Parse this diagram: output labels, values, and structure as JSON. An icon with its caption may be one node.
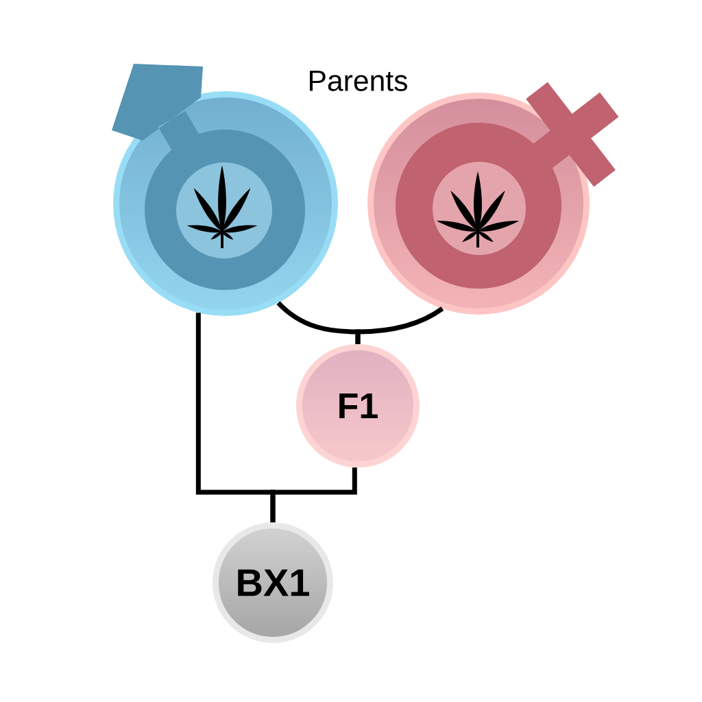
{
  "diagram": {
    "nodes": [
      {
        "text": [],
        "shape": "picture"
      },
      {
        "text": [],
        "shape": "picture"
      },
      {
        "text": [
          "F1"
        ]
      },
      {
        "text": [
          "BX1"
        ]
      }
    ],
    "edges": [
      {
        "from": 0,
        "to": 2,
        "arrow": "none"
      },
      {
        "from": 1,
        "to": 2,
        "arrow": "none"
      },
      {
        "from": 0,
        "to": 3,
        "arrow": "none"
      },
      {
        "from": 2,
        "to": 3,
        "arrow": "none"
      }
    ],
    "labels": [
      "Parents"
    ]
  }
}
